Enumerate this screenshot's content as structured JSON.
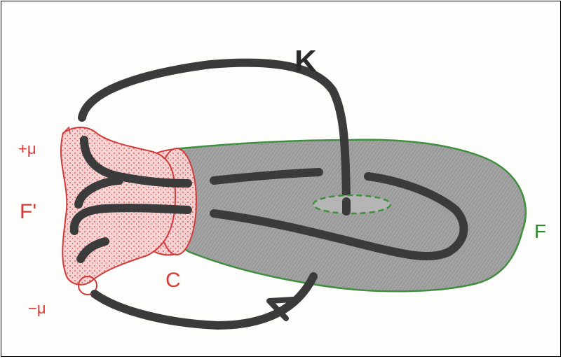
{
  "labels": {
    "knot": "K",
    "surface_f": "F",
    "surface_f_prime": "F'",
    "cylinder": "C",
    "plus_mu": "+μ",
    "minus_mu": "−μ"
  },
  "colors": {
    "knot": "#3a3a3a",
    "surface_fill": "#9a9a9a",
    "surface_outline": "#3f8f3f",
    "red_surface": "#d23a3a",
    "red_fill": "#f4c9c9"
  }
}
